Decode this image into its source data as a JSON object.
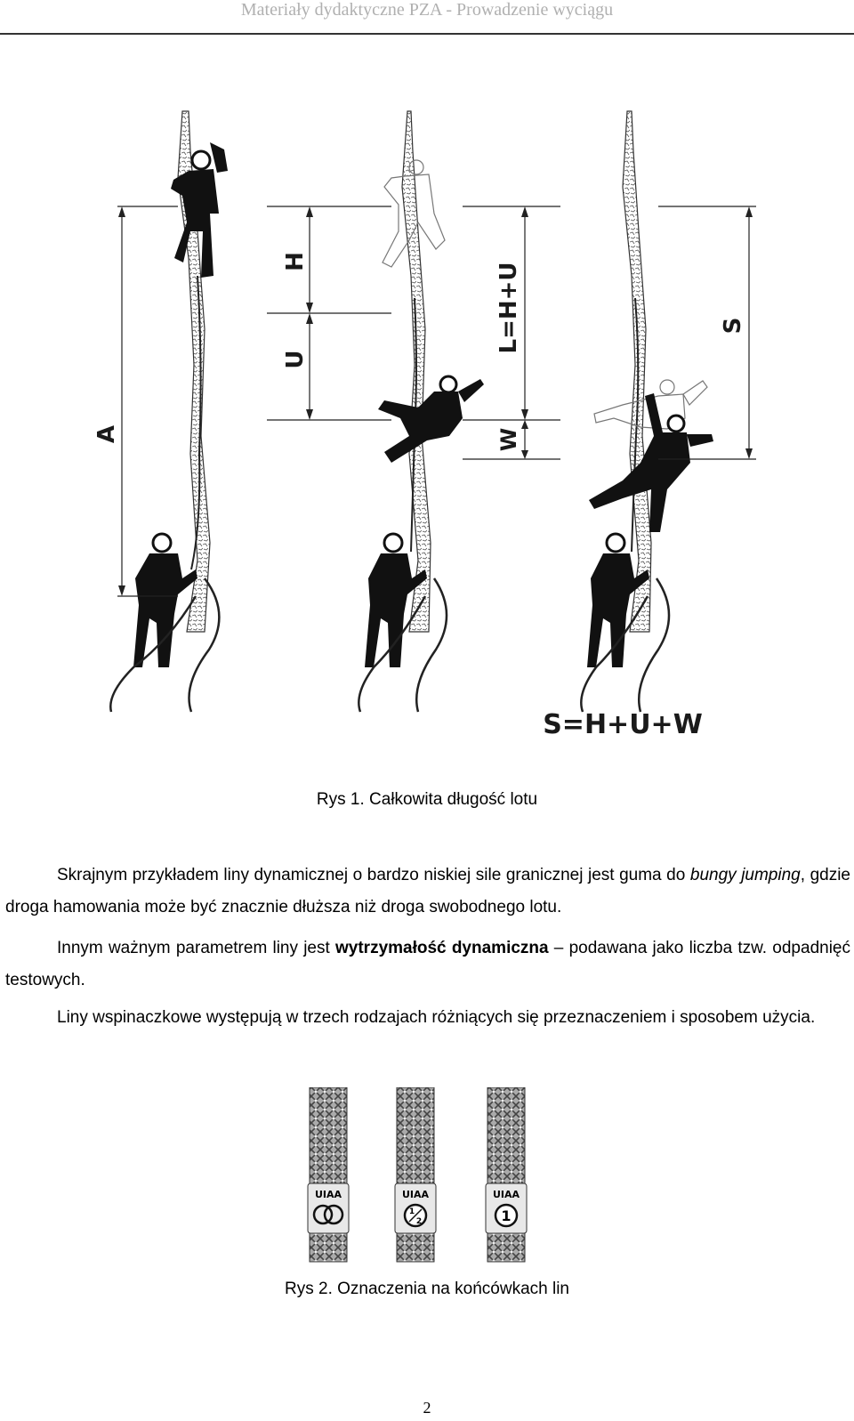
{
  "header": {
    "title": "Materiały dydaktyczne PZA - Prowadzenie wyciągu"
  },
  "figure1": {
    "labels": {
      "a": "A",
      "h": "H",
      "u": "U",
      "l": "L=H+U",
      "w": "W",
      "s": "S",
      "formula": "S=H+U+W"
    },
    "caption": "Rys 1. Całkowita długość lotu"
  },
  "paragraphs": {
    "p1": {
      "before": "Skrajnym przykładem liny dynamicznej o bardzo niskiej sile granicznej jest guma do ",
      "italic": "bungy jumping",
      "after": ", gdzie droga hamowania może być znacznie dłuższa niż droga swobodnego lotu."
    },
    "p2": {
      "before": "Innym ważnym parametrem liny jest ",
      "bold": "wytrzymałość dynamiczna",
      "after": " – podawana jako liczba tzw. odpadnięć testowych."
    },
    "p3": {
      "text": "Liny wspinaczkowe występują w trzech rodzajach różniących się przeznaczeniem i sposobem użycia."
    }
  },
  "figure2": {
    "ropes": [
      {
        "badge": "UIAA",
        "symbol": "twin-rings-icon"
      },
      {
        "badge": "UIAA",
        "symbol": "half-icon"
      },
      {
        "badge": "UIAA",
        "symbol": "1"
      }
    ],
    "caption": "Rys 2. Oznaczenia na końcówkach lin"
  },
  "footer": {
    "page_number": "2"
  }
}
